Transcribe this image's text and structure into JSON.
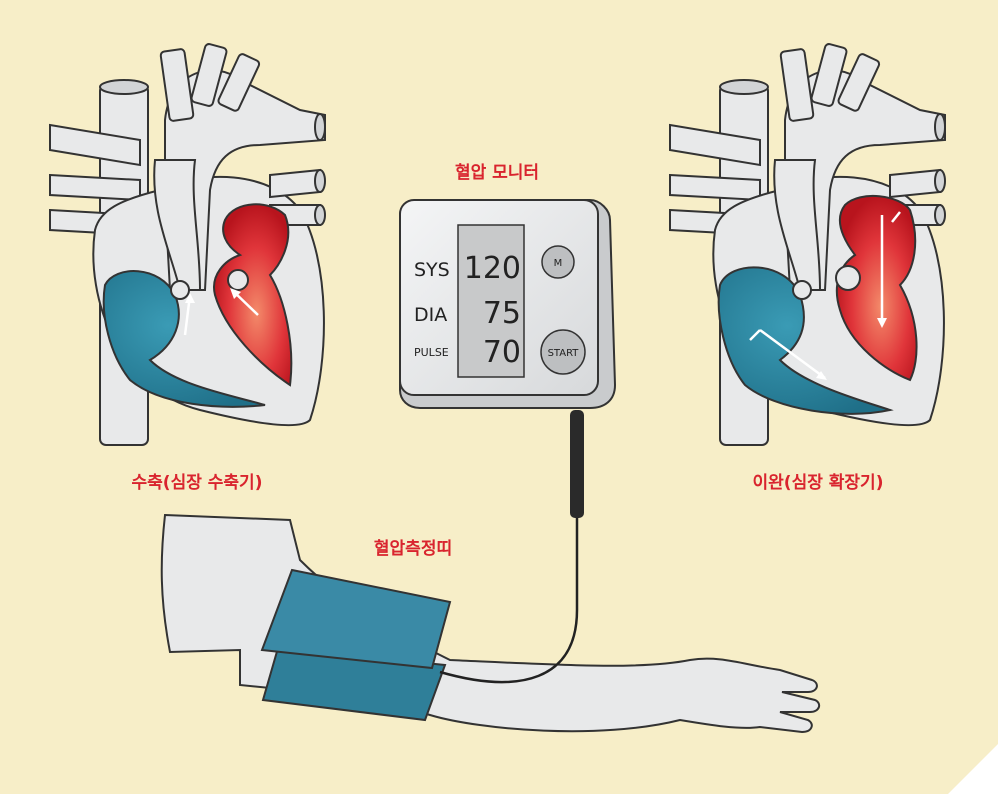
{
  "labels": {
    "monitor": "혈압 모니터",
    "systole": "수축(심장 수축기)",
    "diastole": "이완(심장 확장기)",
    "cuff": "혈압측정띠"
  },
  "monitor": {
    "sys_label": "SYS",
    "sys_value": "120",
    "dia_label": "DIA",
    "dia_value": "75",
    "pulse_label": "PULSE",
    "pulse_value": "70",
    "m_button": "M",
    "start_button": "START"
  },
  "colors": {
    "background": "#f7eec8",
    "label_red": "#d9242e",
    "vessel_fill": "#e8e9ea",
    "outline": "#333333",
    "deoxygenated_blue": "#2f8aa4",
    "oxygenated_red": "#d8232a",
    "cuff_blue": "#3a8aa6"
  }
}
